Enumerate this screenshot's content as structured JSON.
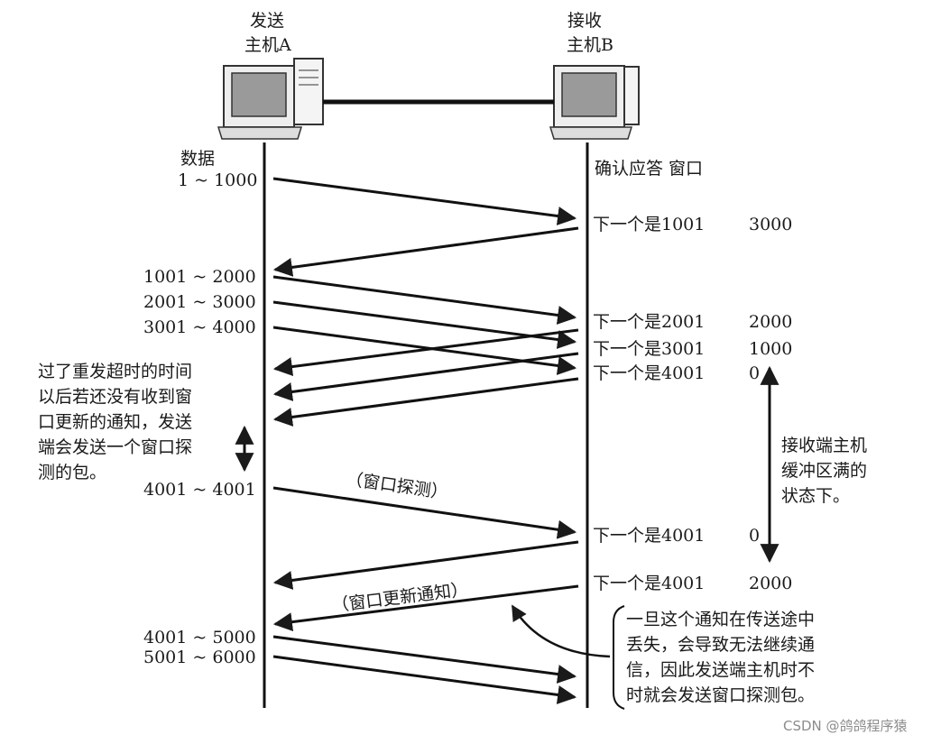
{
  "host_a": {
    "line1": "发送",
    "line2": "主机A"
  },
  "host_b": {
    "line1": "接收",
    "line2": "主机B"
  },
  "left_header": "数据",
  "right_header": "确认应答 窗口",
  "data_labels": [
    "1 ~ 1000",
    "1001 ~ 2000",
    "2001 ~ 3000",
    "3001 ~ 4000",
    "4001 ~ 4001",
    "4001 ~ 5000",
    "5001 ~ 6000"
  ],
  "acks": [
    {
      "ack": "下一个是1001",
      "win": "3000"
    },
    {
      "ack": "下一个是2001",
      "win": "2000"
    },
    {
      "ack": "下一个是3001",
      "win": "1000"
    },
    {
      "ack": "下一个是4001",
      "win": "0"
    },
    {
      "ack": "下一个是4001",
      "win": "0"
    },
    {
      "ack": "下一个是4001",
      "win": "2000"
    }
  ],
  "left_note": [
    "过了重发超时的时间",
    "以后若还没有收到窗",
    "口更新的通知，发送",
    "端会发送一个窗口探",
    "测的包。"
  ],
  "right_note": [
    "接收端主机",
    "缓冲区满的",
    "状态下。"
  ],
  "probe_label": "（窗口探测）",
  "update_label": "（窗口更新通知）",
  "bottom_note": [
    "一旦这个通知在传送途中",
    "丢失，会导致无法继续通",
    "信，因此发送端主机时不",
    "时就会发送窗口探测包。"
  ],
  "watermark": "CSDN @鸽鸽程序猿"
}
